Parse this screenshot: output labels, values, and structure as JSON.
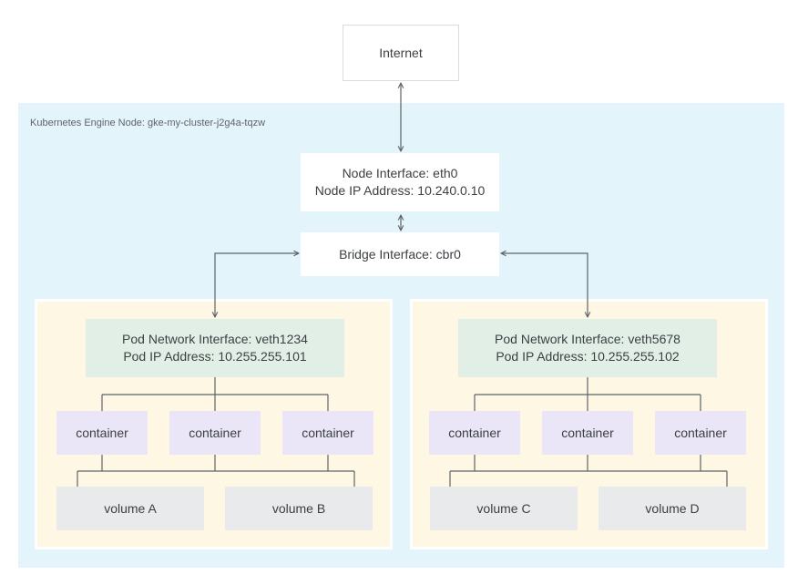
{
  "internet": {
    "label": "Internet"
  },
  "node": {
    "label": "Kubernetes Engine Node: gke-my-cluster-j2g4a-tqzw",
    "interface": {
      "line1": "Node Interface: eth0",
      "line2": "Node IP Address: 10.240.0.10"
    },
    "bridge": {
      "label": "Bridge Interface: cbr0"
    }
  },
  "pods": [
    {
      "interface": {
        "line1": "Pod Network Interface: veth1234",
        "line2": "Pod IP Address: 10.255.255.101"
      },
      "containers": [
        "container",
        "container",
        "container"
      ],
      "volumes": [
        "volume A",
        "volume B"
      ]
    },
    {
      "interface": {
        "line1": "Pod Network Interface: veth5678",
        "line2": "Pod IP Address: 10.255.255.102"
      },
      "containers": [
        "container",
        "container",
        "container"
      ],
      "volumes": [
        "volume C",
        "volume D"
      ]
    }
  ],
  "colors": {
    "node_region": "#e3f4fb",
    "pod_region": "#fdf7e4",
    "pod_interface": "#e2efe7",
    "container": "#ebe6f7",
    "volume": "#e9eaeb",
    "connector": "#5f6368"
  }
}
